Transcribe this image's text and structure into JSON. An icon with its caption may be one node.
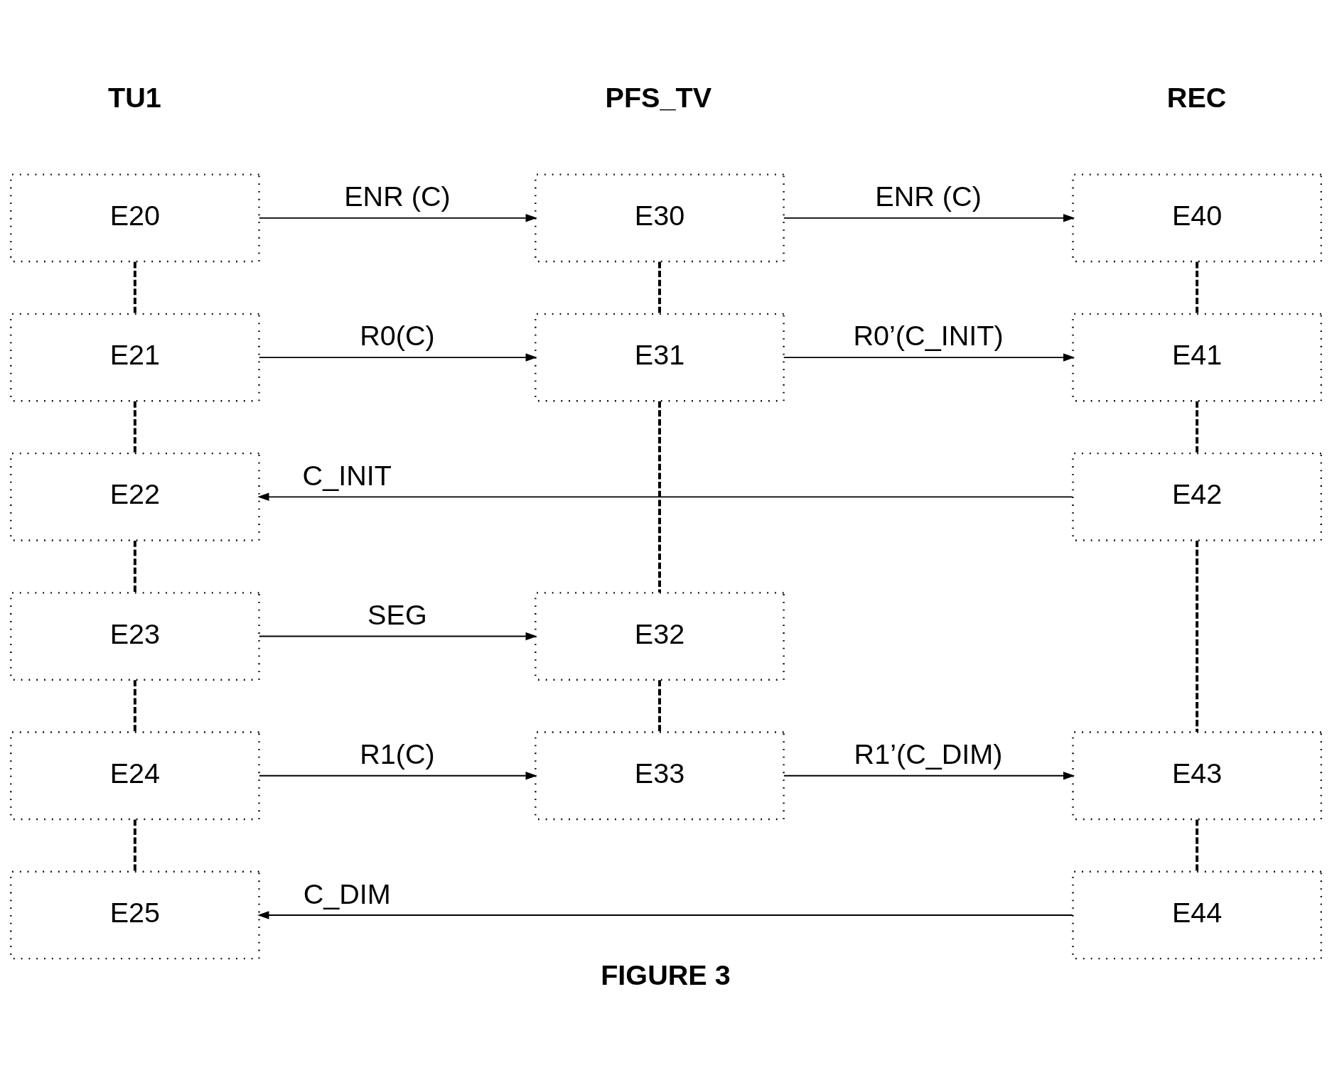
{
  "diagram": {
    "caption": "FIGURE 3",
    "nodes": [
      {
        "text": [
          "E20"
        ]
      },
      {
        "text": [
          "E30"
        ]
      },
      {
        "text": [
          "E40"
        ]
      },
      {
        "text": [
          "E21"
        ]
      },
      {
        "text": [
          "E31"
        ]
      },
      {
        "text": [
          "E41"
        ]
      },
      {
        "text": [
          "E22"
        ]
      },
      {
        "text": [
          "E42"
        ]
      },
      {
        "text": [
          "E23"
        ]
      },
      {
        "text": [
          "E32"
        ]
      },
      {
        "text": [
          "E24"
        ]
      },
      {
        "text": [
          "E33"
        ]
      },
      {
        "text": [
          "E43"
        ]
      },
      {
        "text": [
          "E25"
        ]
      },
      {
        "text": [
          "E44"
        ]
      }
    ],
    "edges": [
      {
        "from": 0,
        "to": 1,
        "arrow": "to",
        "label": "ENR (C)"
      },
      {
        "from": 1,
        "to": 2,
        "arrow": "to",
        "label": "ENR (C)"
      },
      {
        "from": 0,
        "to": 3,
        "arrow": "none",
        "style": "dashed"
      },
      {
        "from": 1,
        "to": 4,
        "arrow": "none",
        "style": "dashed"
      },
      {
        "from": 2,
        "to": 5,
        "arrow": "none",
        "style": "dashed"
      },
      {
        "from": 3,
        "to": 4,
        "arrow": "to",
        "label": "R0(C)"
      },
      {
        "from": 4,
        "to": 5,
        "arrow": "to",
        "label": "R0’(C_INIT)"
      },
      {
        "from": 3,
        "to": 6,
        "arrow": "none",
        "style": "dashed"
      },
      {
        "from": 5,
        "to": 7,
        "arrow": "none",
        "style": "dashed"
      },
      {
        "from": 7,
        "to": 6,
        "arrow": "to",
        "label": "C_INIT"
      },
      {
        "from": 6,
        "to": 8,
        "arrow": "none",
        "style": "dashed"
      },
      {
        "from": 4,
        "to": 9,
        "arrow": "none",
        "style": "dashed"
      },
      {
        "from": 8,
        "to": 9,
        "arrow": "to",
        "label": "SEG"
      },
      {
        "from": 8,
        "to": 10,
        "arrow": "none",
        "style": "dashed"
      },
      {
        "from": 9,
        "to": 11,
        "arrow": "none",
        "style": "dashed"
      },
      {
        "from": 7,
        "to": 12,
        "arrow": "none",
        "style": "dashed"
      },
      {
        "from": 10,
        "to": 11,
        "arrow": "to",
        "label": "R1(C)"
      },
      {
        "from": 11,
        "to": 12,
        "arrow": "to",
        "label": "R1’(C_DIM)"
      },
      {
        "from": 10,
        "to": 13,
        "arrow": "none",
        "style": "dashed"
      },
      {
        "from": 12,
        "to": 14,
        "arrow": "none",
        "style": "dashed"
      },
      {
        "from": 14,
        "to": 13,
        "arrow": "to",
        "label": "C_DIM"
      }
    ],
    "labels": [
      "TU1",
      "PFS_TV",
      "REC"
    ]
  }
}
